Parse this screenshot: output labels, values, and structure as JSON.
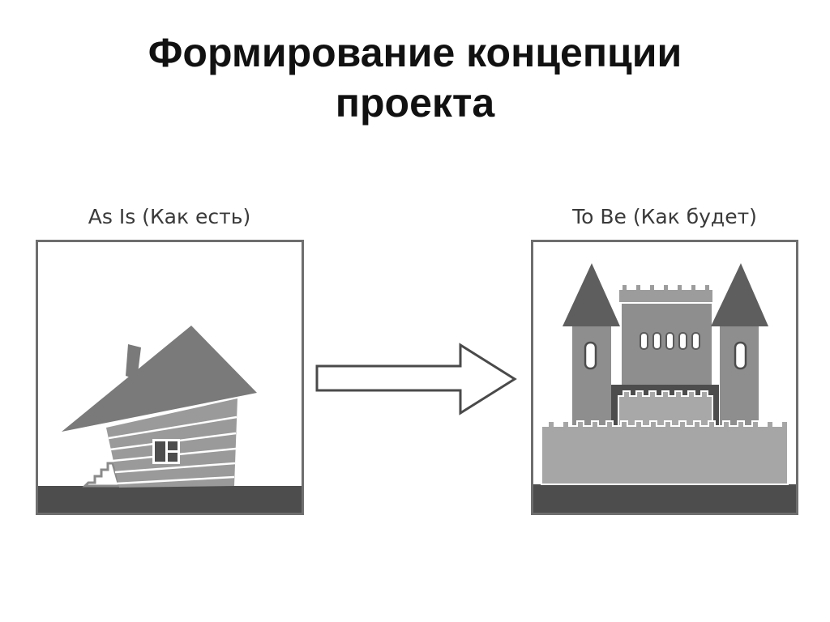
{
  "title": {
    "line1": "Формирование концепции",
    "line2": "проекта"
  },
  "panels": {
    "left": {
      "label": "As Is (Как есть)",
      "illustration": "crooked-house"
    },
    "right": {
      "label": "To Be (Как будет)",
      "illustration": "castle"
    }
  },
  "arrow": {
    "direction": "right",
    "icon": "hollow-arrow-icon"
  },
  "colors": {
    "roof": "#7a7a7a",
    "wall": "#9a9a9a",
    "ground": "#4d4d4d",
    "frame": "#6e6e6e",
    "castle_roof": "#5e5e5e"
  }
}
